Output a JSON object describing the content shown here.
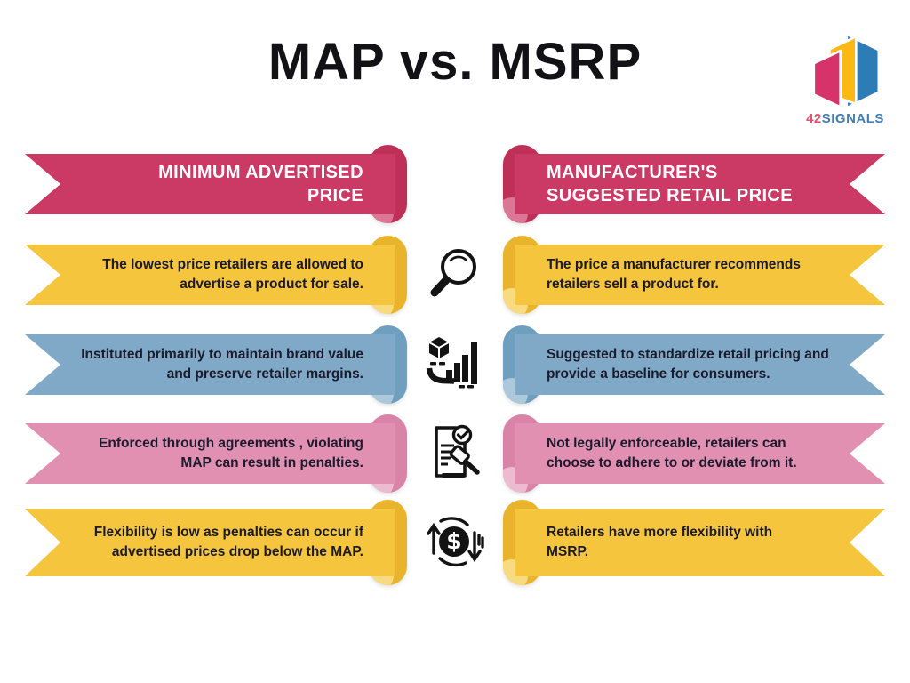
{
  "page": {
    "title": "MAP vs. MSRP"
  },
  "logo": {
    "number": "42",
    "name": "SIGNALS"
  },
  "palette": {
    "banner_magenta": "#ca3a64",
    "banner_yellow": "#f6c53e",
    "banner_blue": "#7fa9c6",
    "banner_pink": "#e190b2",
    "text_dark": "#1b1b2d",
    "header_text": "#ffffff",
    "logo_pink": "#d6336b",
    "logo_yellow": "#fdb913",
    "logo_blue": "#2e7cb5",
    "logo_text_42": "#e2526b",
    "logo_text_signals": "#417eb4",
    "icon_black": "#131313"
  },
  "left_column": {
    "header": "MINIMUM ADVERTISED PRICE",
    "rows": [
      {
        "text": "The lowest price retailers are allowed to advertise a product for sale.",
        "color": "yellow"
      },
      {
        "text": "Instituted primarily to maintain brand value and preserve retailer margins.",
        "color": "blue"
      },
      {
        "text": "Enforced through agreements , violating MAP can result in penalties.",
        "color": "pink"
      },
      {
        "text": "Flexibility is low as penalties can occur if advertised prices drop below the MAP.",
        "color": "yellow"
      }
    ]
  },
  "right_column": {
    "header": "MANUFACTURER'S SUGGESTED RETAIL PRICE",
    "rows": [
      {
        "text": "The price a manufacturer recommends retailers sell a product for.",
        "color": "yellow"
      },
      {
        "text": "Suggested to standardize retail pricing and provide a baseline for consumers.",
        "color": "blue"
      },
      {
        "text": "Not legally enforceable, retailers can choose to adhere to or deviate from it.",
        "color": "pink"
      },
      {
        "text": "Retailers have more flexibility with MSRP.",
        "color": "yellow"
      }
    ]
  },
  "icons": [
    {
      "name": "search-icon"
    },
    {
      "name": "sales-growth-icon"
    },
    {
      "name": "document-gavel-icon"
    },
    {
      "name": "price-cycle-icon"
    }
  ]
}
